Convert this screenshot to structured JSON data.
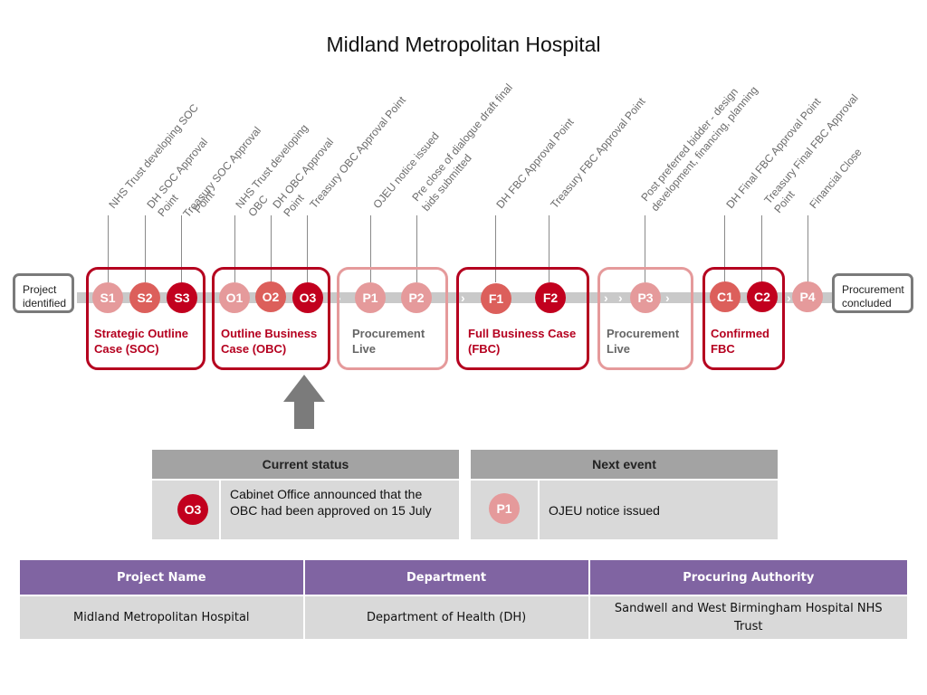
{
  "title": "Midland Metropolitan Hospital",
  "start_box": "Project identified",
  "end_box": "Procurement concluded",
  "phases": {
    "soc": "Strategic Outline Case  (SOC)",
    "obc": "Outline Business Case (OBC)",
    "proc1": "Procurement Live",
    "fbc": "Full Business Case (FBC)",
    "proc2": "Procurement Live",
    "cfbc": "Confirmed FBC"
  },
  "nodes": {
    "S1": "S1",
    "S2": "S2",
    "S3": "S3",
    "O1": "O1",
    "O2": "O2",
    "O3": "O3",
    "P1": "P1",
    "P2": "P2",
    "F1": "F1",
    "F2": "F2",
    "P3": "P3",
    "C1": "C1",
    "C2": "C2",
    "P4": "P4"
  },
  "milestone_labels": {
    "S1": "NHS Trust developing SOC",
    "S2a": "DH SOC Approval",
    "S2b": "Point",
    "S3a": "Treasury  SOC Approval",
    "S3b": "Point",
    "O1a": "NHS Trust developing",
    "O1b": "OBC",
    "O2a": "DH OBC Approval",
    "O2b": "Point",
    "O3": "Treasury  OBC Approval Point",
    "P1": "OJEU notice issued",
    "P2a": "Pre close of dialogue draft final",
    "P2b": "bids submitted",
    "F1": "DH FBC Approval Point",
    "F2": "Treasury FBC Approval Point",
    "P3a": "Post preferred bidder - design",
    "P3b": "development, financing, planning",
    "C1": "DH Final FBC Approval Point",
    "C2a": "Treasury Final FBC Approval",
    "C2b": "Point",
    "P4": "Financial Close"
  },
  "current_status": {
    "header": "Current status",
    "node": "O3",
    "text": "Cabinet Office announced that the OBC had been approved on 15 July"
  },
  "next_event": {
    "header": "Next event",
    "node": "P1",
    "text": "OJEU notice issued"
  },
  "project_table": {
    "headers": [
      "Project Name",
      "Department",
      "Procuring Authority"
    ],
    "row": [
      "Midland Metropolitan Hospital",
      "Department of Health (DH)",
      "Sandwell and West Birmingham Hospital NHS Trust"
    ]
  },
  "colors": {
    "phase_border": "#b5001f",
    "phase_live_border": "#e59a9b",
    "node_dark": "#c2001e",
    "node_mid": "#dc5f5b",
    "node_pale": "#e59a9b",
    "table_header": "#8064a2",
    "cell_bg": "#d9d9d9",
    "arrow": "#7b7b7b"
  }
}
